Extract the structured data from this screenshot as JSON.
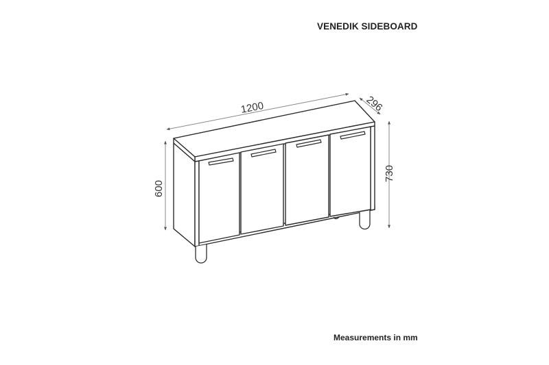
{
  "title": "VENEDIK SIDEBOARD",
  "note": "Measurements in mm",
  "dimensions": {
    "width": "1200",
    "depth": "296",
    "body_height": "600",
    "total_height": "730"
  },
  "product": {
    "type": "sideboard",
    "doors": 4,
    "legs_visible": 2
  },
  "colors": {
    "line": "#2b2b2b",
    "dimension_line": "#888888",
    "text": "#222222",
    "background": "#ffffff"
  }
}
